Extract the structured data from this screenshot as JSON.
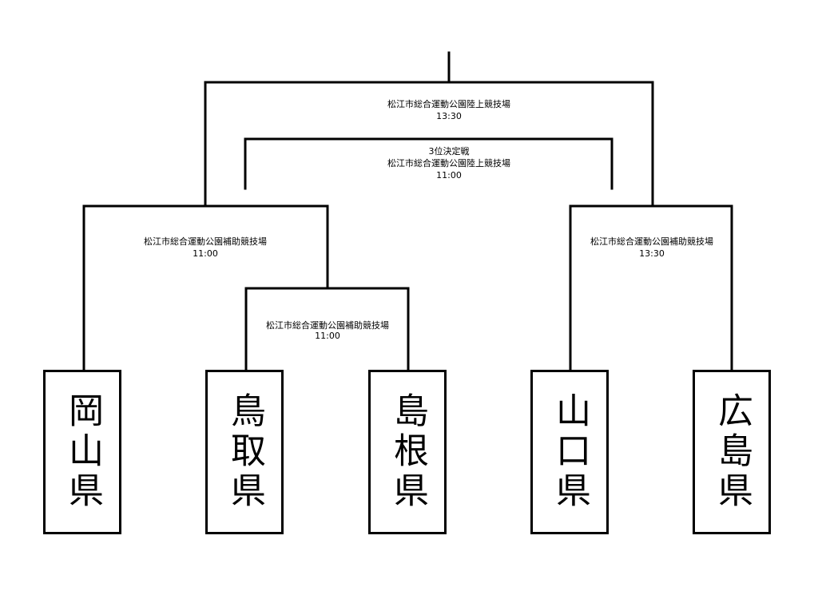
{
  "teams": [
    {
      "name": "岡山県"
    },
    {
      "name": "鳥取県"
    },
    {
      "name": "島根県"
    },
    {
      "name": "山口県"
    },
    {
      "name": "広島県"
    }
  ],
  "matches": {
    "final": {
      "venue": "松江市総合運動公園陸上競技場",
      "time": "13:30"
    },
    "third_place": {
      "label": "3位決定戦",
      "venue": "松江市総合運動公園陸上競技場",
      "time": "11:00"
    },
    "semi_left": {
      "venue": "松江市総合運動公園補助競技場",
      "time": "11:00"
    },
    "semi_right": {
      "venue": "松江市総合運動公園補助競技場",
      "time": "13:30"
    },
    "first_round": {
      "venue": "松江市総合運動公園補助競技場",
      "time": "11:00"
    }
  }
}
